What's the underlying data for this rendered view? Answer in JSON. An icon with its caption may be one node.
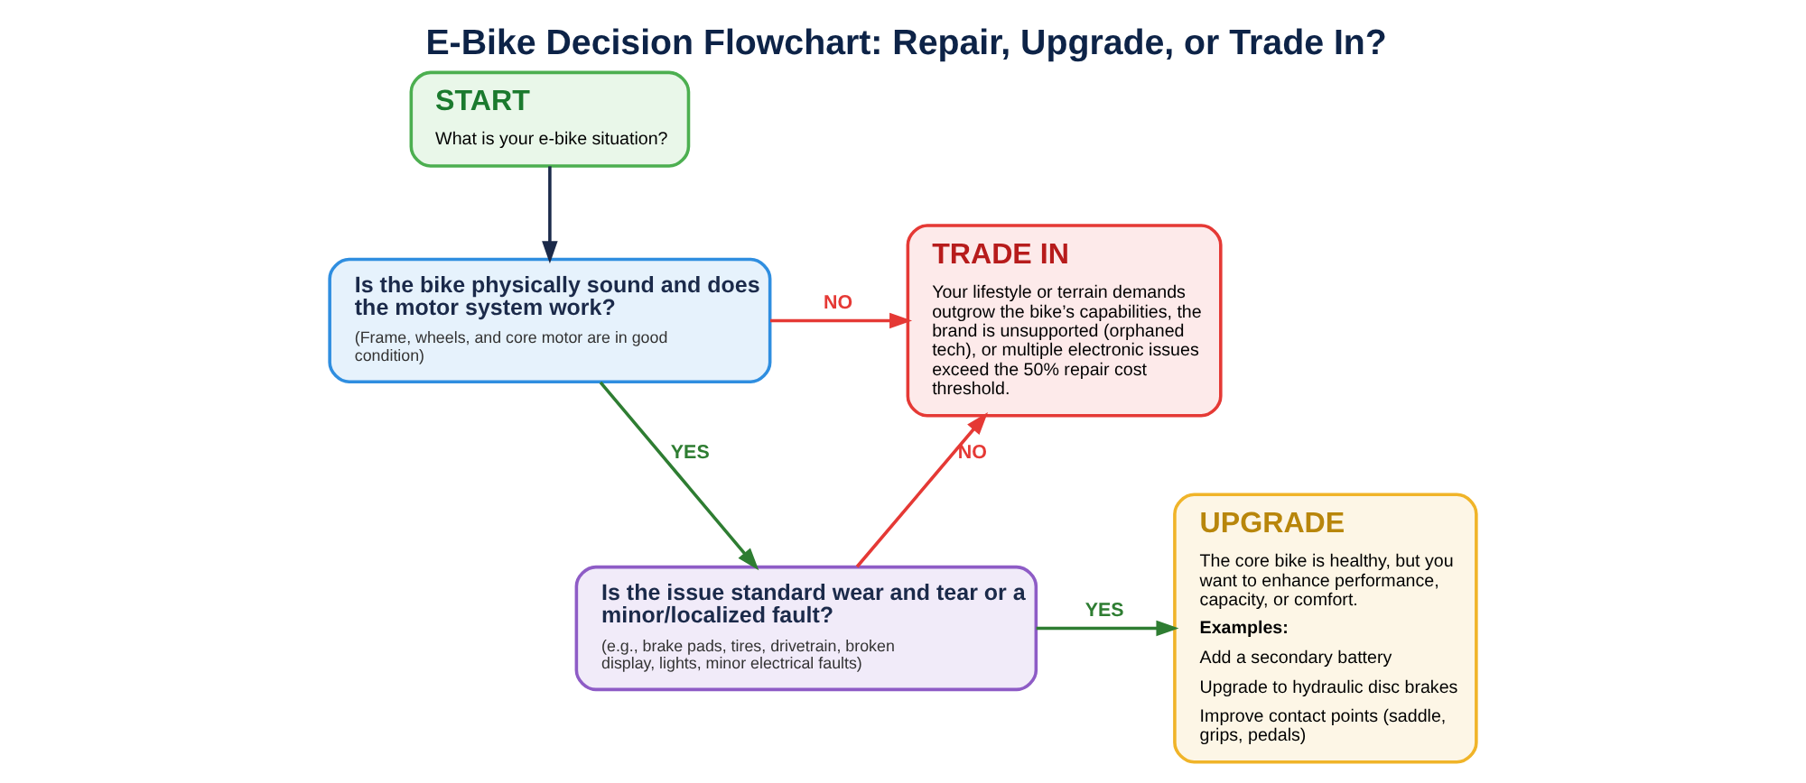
{
  "diagram": {
    "title": "E-Bike Decision Flowchart: Repair, Upgrade, or Trade In?",
    "nodes": [
      {
        "text": [
          "START",
          "What is your e-bike situation?"
        ]
      },
      {
        "text": [
          "Is the bike physically sound and does the motor system work?",
          "(Frame, wheels, and core motor are in good condition)"
        ]
      },
      {
        "text": [
          "Is the issue standard wear and tear or a minor/localized fault?",
          "(e.g., brake pads, tires, drivetrain, broken display, lights, minor electrical faults)"
        ]
      },
      {
        "text": [
          "UPGRADE",
          "The core bike is healthy, but you want to enhance performance, capacity, or comfort.",
          "Examples:",
          "Add a secondary battery",
          "Upgrade to hydraulic disc brakes",
          "Improve contact points (saddle, grips, pedals)"
        ]
      },
      {
        "text": [
          "TRADE IN",
          "Your lifestyle or terrain demands outgrow the bike’s capabilities, the brand is unsupported (orphaned tech), or multiple electronic issues exceed the 50% repair cost threshold."
        ]
      }
    ],
    "edges": [
      {
        "from": 0,
        "to": 1,
        "arrow": "to",
        "color": "#1b2a4a"
      },
      {
        "from": 1,
        "to": 4,
        "arrow": "to",
        "label": "NO",
        "color": "#e53935"
      },
      {
        "from": 1,
        "to": 2,
        "arrow": "to",
        "label": "YES",
        "color": "#2e7d32"
      },
      {
        "from": 2,
        "to": 3,
        "arrow": "to",
        "label": "YES",
        "color": "#2e7d32"
      },
      {
        "from": 2,
        "to": 4,
        "arrow": "to",
        "label": "NO",
        "color": "#e53935"
      }
    ]
  }
}
